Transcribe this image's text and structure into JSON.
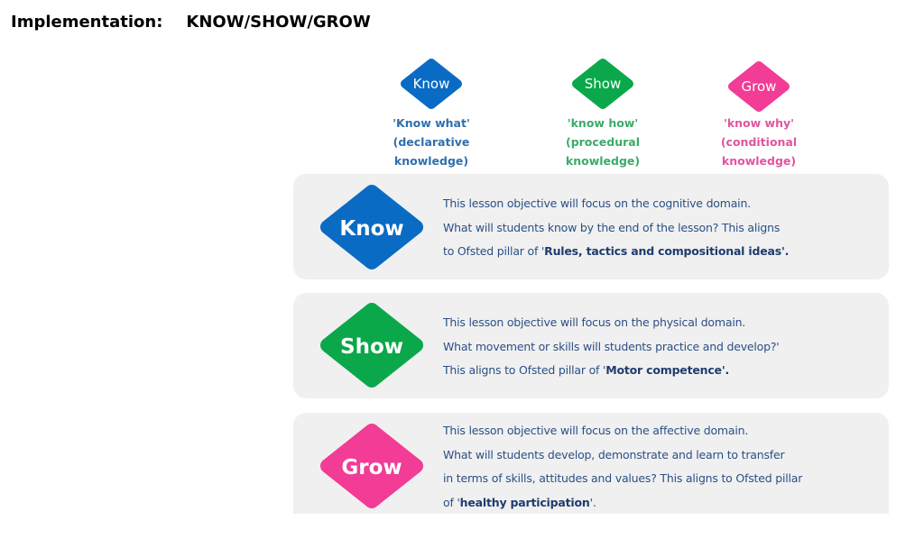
{
  "heading": {
    "label": "Implementation:",
    "value": "KNOW/SHOW/GROW"
  },
  "colors": {
    "know": "#0a6bc4",
    "show": "#0aa84a",
    "grow": "#f23c95"
  },
  "legend": [
    {
      "badge": "Know",
      "line1": "'Know what'",
      "line2": "(declarative knowledge)",
      "color": "#2f70ad"
    },
    {
      "badge": "Show",
      "line1": "'know how'",
      "line2": "(procedural knowledge)",
      "color": "#3bab6a"
    },
    {
      "badge": "Grow",
      "line1": "'know why'",
      "line2": "(conditional knowledge)",
      "color": "#e0559c"
    }
  ],
  "cards": [
    {
      "badge": "Know",
      "lines": [
        "This lesson objective will focus on the cognitive domain.",
        "What will students know by the end of the lesson? This aligns"
      ],
      "pre": "to Ofsted pillar of '",
      "bold": "Rules, tactics and compositional ideas",
      "post": "'."
    },
    {
      "badge": "Show",
      "lines": [
        "This lesson objective will focus on the physical domain.",
        "What movement or skills will students practice and develop?'"
      ],
      "pre": "This aligns to Ofsted pillar of '",
      "bold": "Motor competence",
      "post": "'."
    },
    {
      "badge": "Grow",
      "lines": [
        "This lesson objective will focus on the affective domain.",
        "What will students develop, demonstrate and learn to transfer",
        "in terms of skills, attitudes and values? This aligns to Ofsted pillar"
      ],
      "pre": "of '",
      "bold": "healthy participation",
      "post": "'."
    }
  ]
}
